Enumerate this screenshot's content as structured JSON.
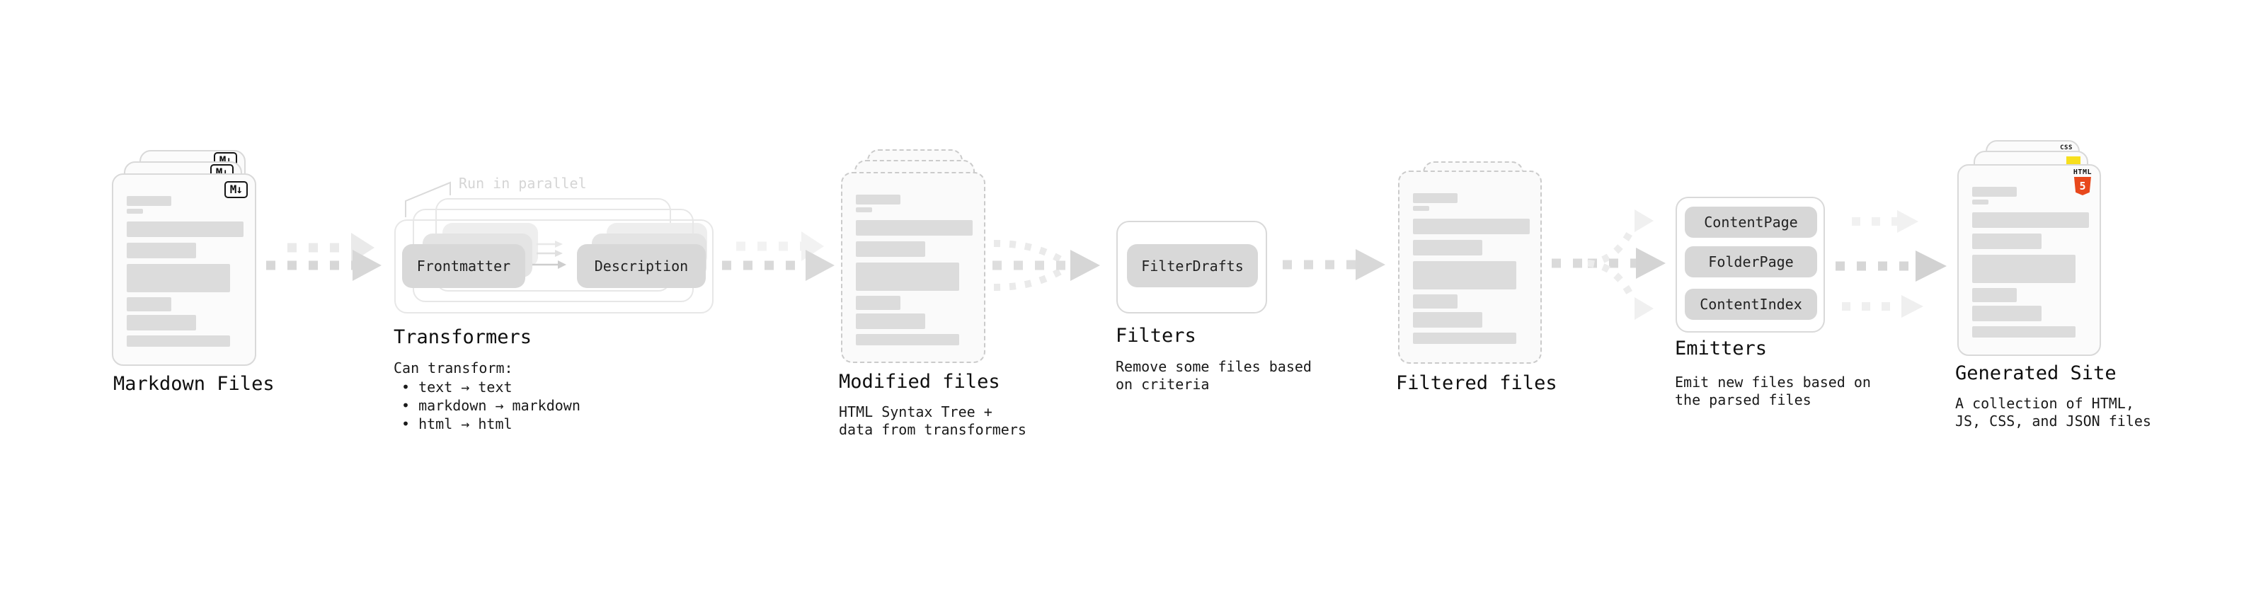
{
  "stages": {
    "markdown_files": {
      "title": "Markdown Files",
      "badge": "M↓"
    },
    "transformers": {
      "annotation": "Run in parallel",
      "pills": [
        "Frontmatter",
        "Description"
      ],
      "title": "Transformers",
      "caption": "Can transform:",
      "bullets": [
        "• text → text",
        "• markdown → markdown",
        "• html → html"
      ]
    },
    "modified_files": {
      "title": "Modified files",
      "caption_lines": [
        "HTML Syntax Tree +",
        "data from transformers"
      ]
    },
    "filters": {
      "pill": "FilterDrafts",
      "title": "Filters",
      "caption_lines": [
        "Remove some files based",
        "on criteria"
      ]
    },
    "filtered_files": {
      "title": "Filtered files"
    },
    "emitters": {
      "pills": [
        "ContentPage",
        "FolderPage",
        "ContentIndex"
      ],
      "title": "Emitters",
      "caption_lines": [
        "Emit new files based on",
        "the parsed files"
      ]
    },
    "generated_site": {
      "title": "Generated Site",
      "caption_lines": [
        "A collection of HTML,",
        "JS, CSS, and JSON files"
      ],
      "badges": {
        "css_label": "CSS",
        "html_label": "HTML",
        "html_version": "5"
      }
    }
  },
  "colors": {
    "js_yellow": "#f7df1e",
    "css_blue": "#2e6be5",
    "html5_orange": "#e8481c"
  }
}
